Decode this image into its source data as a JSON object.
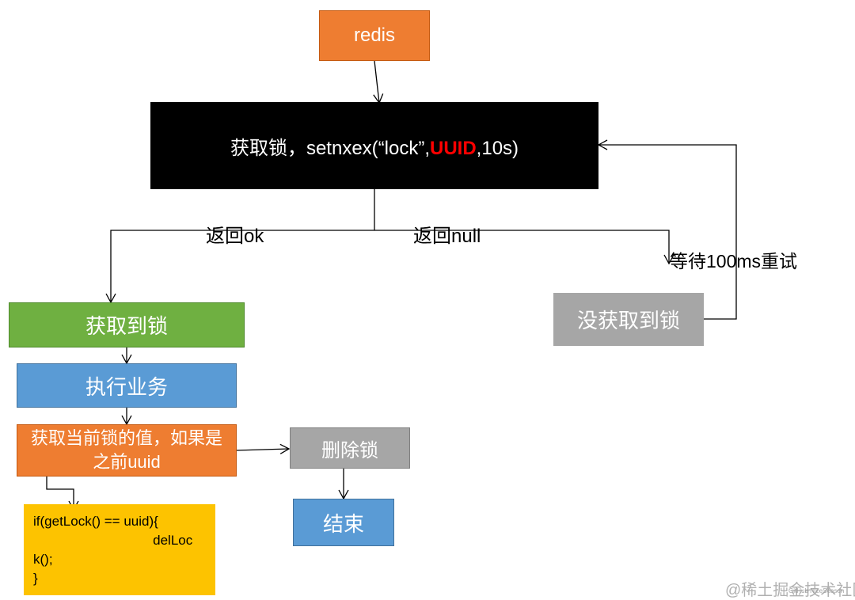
{
  "nodes": {
    "redis": "redis",
    "acquire_prefix": "获取锁，setnxex(“lock”,",
    "acquire_uuid": "UUID",
    "acquire_suffix": ",10s)",
    "got_lock": "获取到锁",
    "execute": "执行业务",
    "check_value": "获取当前锁的值，如果是之前uuid",
    "delete_lock": "删除锁",
    "end": "结束",
    "no_lock": "没获取到锁"
  },
  "edges": {
    "return_ok": "返回ok",
    "return_null": "返回null",
    "wait_retry": "等待100ms重试"
  },
  "code_lines": [
    "if(getLock() == uuid){",
    "                                delLoc",
    "k();",
    "}"
  ],
  "watermark": {
    "main": "@稀土掘金技术社区",
    "sub": "GitHub NiceSeason"
  },
  "colors": {
    "orange": "#ee7d31",
    "black": "#000000",
    "green": "#6fb041",
    "blue": "#5a9bd5",
    "gray": "#a6a6a6",
    "yellow": "#fdc300",
    "uuid_red": "#ff0000"
  }
}
